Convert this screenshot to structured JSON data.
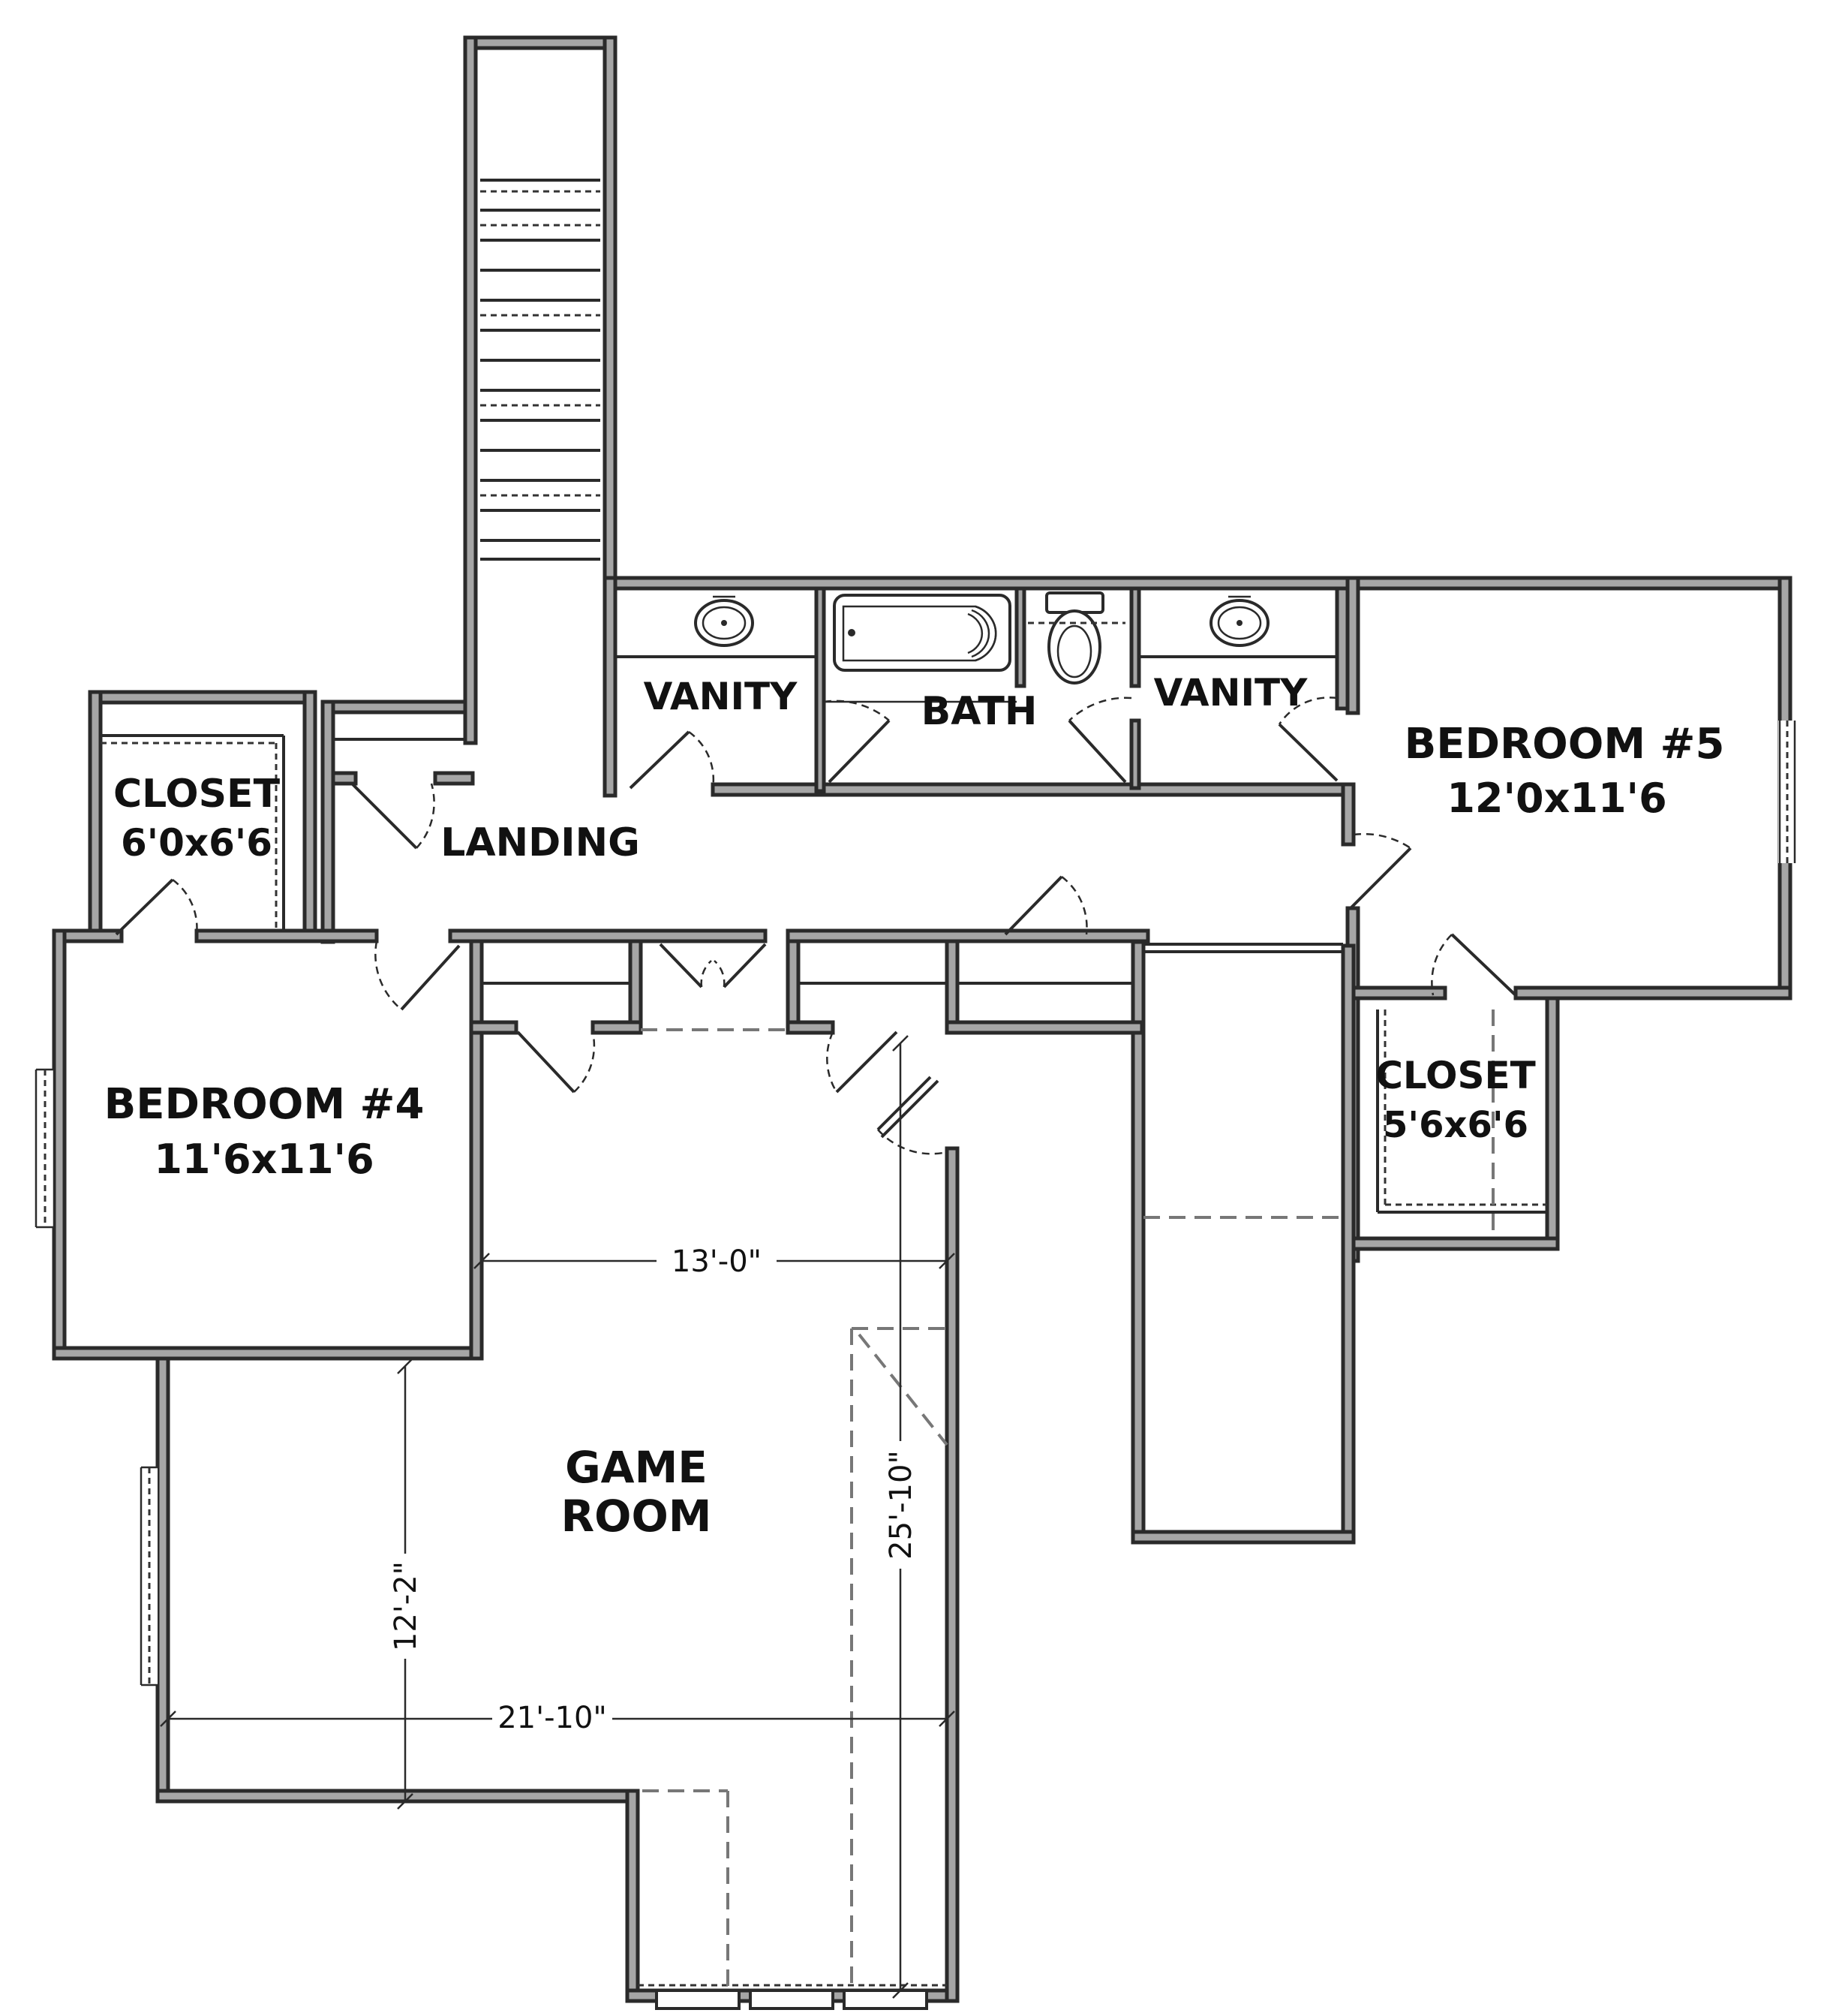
{
  "rooms": {
    "closet_left": {
      "name": "CLOSET",
      "size": "6'0x6'6"
    },
    "landing": {
      "name": "LANDING"
    },
    "vanity_left": {
      "name": "VANITY"
    },
    "bath": {
      "name": "BATH"
    },
    "vanity_right": {
      "name": "VANITY"
    },
    "bedroom5": {
      "name": "BEDROOM #5",
      "size": "12'0x11'6"
    },
    "bedroom4": {
      "name": "BEDROOM #4",
      "size": "11'6x11'6"
    },
    "closet_right": {
      "name": "CLOSET",
      "size": "5'6x6'6"
    },
    "game_room": {
      "line1": "GAME",
      "line2": "ROOM"
    }
  },
  "dimensions": {
    "game_width_upper": "13'-0\"",
    "game_depth": "25'-10\"",
    "game_height_left": "12'-2\"",
    "game_width_lower": "21'-10\""
  },
  "colors": {
    "wall_fill": "#a6a6a6",
    "wall_stroke": "#2a2a2a",
    "background": "#ffffff"
  }
}
